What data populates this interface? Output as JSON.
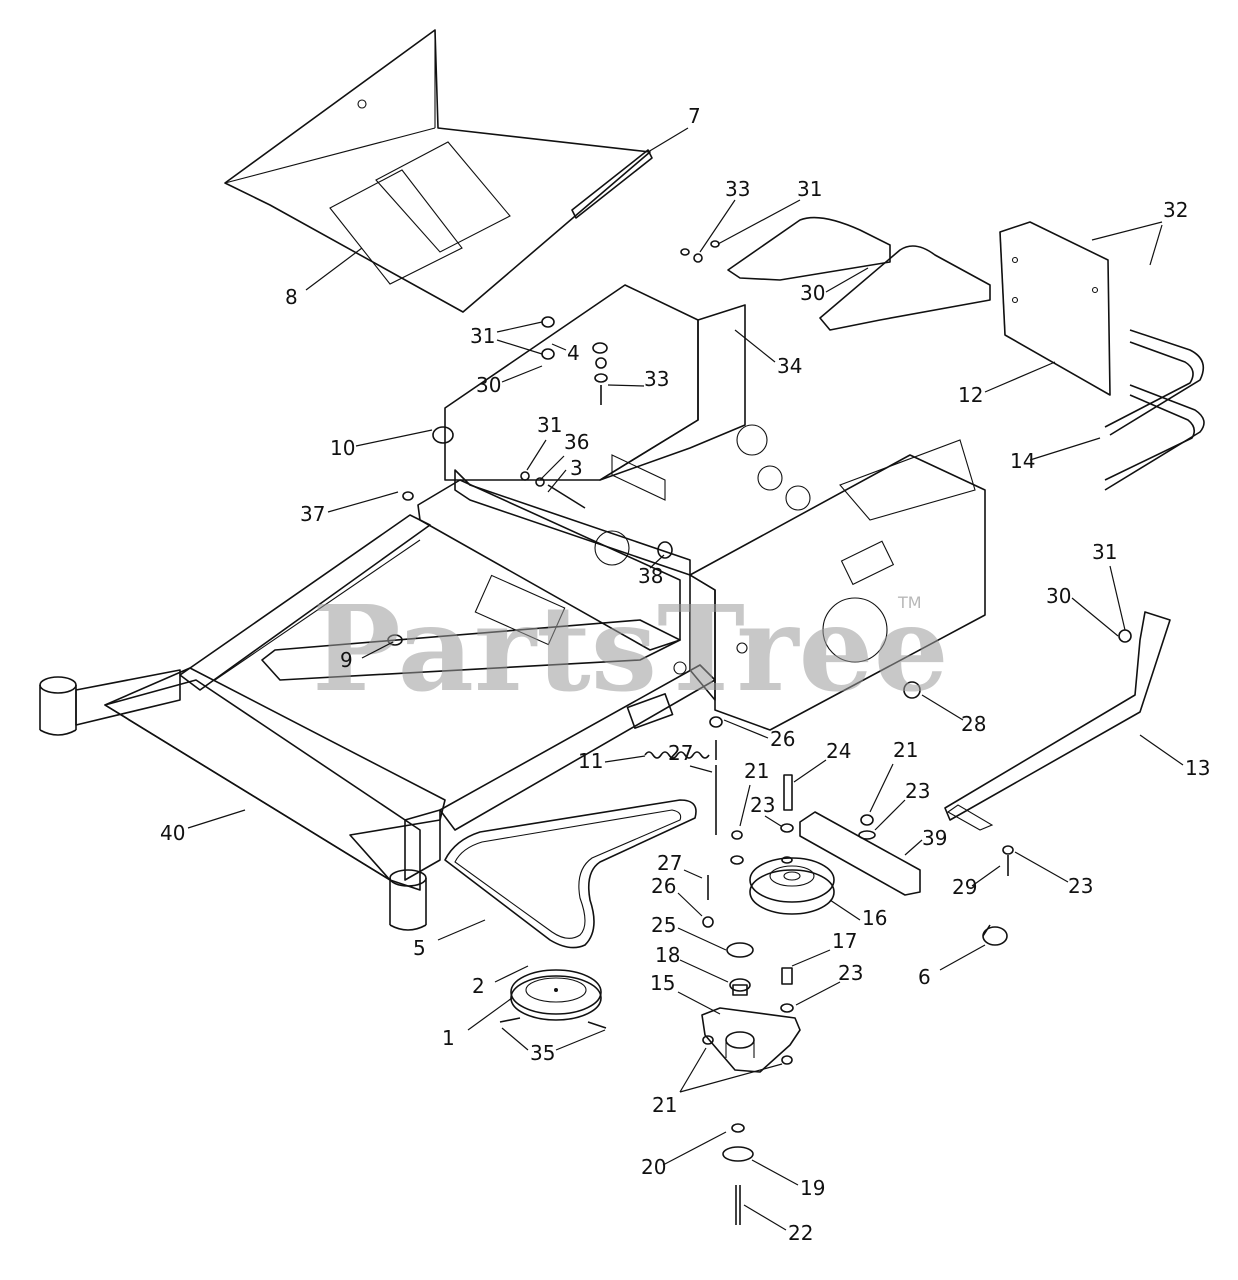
{
  "watermark": {
    "text": "PartsTree",
    "trademark": "TM"
  },
  "callouts": [
    {
      "id": "c1",
      "label": "1"
    },
    {
      "id": "c2",
      "label": "2"
    },
    {
      "id": "c3",
      "label": "3"
    },
    {
      "id": "c4",
      "label": "4"
    },
    {
      "id": "c5",
      "label": "5"
    },
    {
      "id": "c6",
      "label": "6"
    },
    {
      "id": "c7",
      "label": "7"
    },
    {
      "id": "c8",
      "label": "8"
    },
    {
      "id": "c9",
      "label": "9"
    },
    {
      "id": "c10",
      "label": "10"
    },
    {
      "id": "c11",
      "label": "11"
    },
    {
      "id": "c12",
      "label": "12"
    },
    {
      "id": "c13",
      "label": "13"
    },
    {
      "id": "c14",
      "label": "14"
    },
    {
      "id": "c15",
      "label": "15"
    },
    {
      "id": "c16",
      "label": "16"
    },
    {
      "id": "c17",
      "label": "17"
    },
    {
      "id": "c18",
      "label": "18"
    },
    {
      "id": "c19",
      "label": "19"
    },
    {
      "id": "c20",
      "label": "20"
    },
    {
      "id": "c21a",
      "label": "21"
    },
    {
      "id": "c21b",
      "label": "21"
    },
    {
      "id": "c21c",
      "label": "21"
    },
    {
      "id": "c22",
      "label": "22"
    },
    {
      "id": "c23a",
      "label": "23"
    },
    {
      "id": "c23b",
      "label": "23"
    },
    {
      "id": "c23c",
      "label": "23"
    },
    {
      "id": "c23d",
      "label": "23"
    },
    {
      "id": "c24",
      "label": "24"
    },
    {
      "id": "c25",
      "label": "25"
    },
    {
      "id": "c26a",
      "label": "26"
    },
    {
      "id": "c26b",
      "label": "26"
    },
    {
      "id": "c27a",
      "label": "27"
    },
    {
      "id": "c27b",
      "label": "27"
    },
    {
      "id": "c28",
      "label": "28"
    },
    {
      "id": "c29",
      "label": "29"
    },
    {
      "id": "c30a",
      "label": "30"
    },
    {
      "id": "c30b",
      "label": "30"
    },
    {
      "id": "c30c",
      "label": "30"
    },
    {
      "id": "c31a",
      "label": "31"
    },
    {
      "id": "c31b",
      "label": "31"
    },
    {
      "id": "c31c",
      "label": "31"
    },
    {
      "id": "c31d",
      "label": "31"
    },
    {
      "id": "c32",
      "label": "32"
    },
    {
      "id": "c33a",
      "label": "33"
    },
    {
      "id": "c33b",
      "label": "33"
    },
    {
      "id": "c34",
      "label": "34"
    },
    {
      "id": "c35",
      "label": "35"
    },
    {
      "id": "c36",
      "label": "36"
    },
    {
      "id": "c37",
      "label": "37"
    },
    {
      "id": "c38",
      "label": "38"
    },
    {
      "id": "c39",
      "label": "39"
    },
    {
      "id": "c40",
      "label": "40"
    }
  ]
}
